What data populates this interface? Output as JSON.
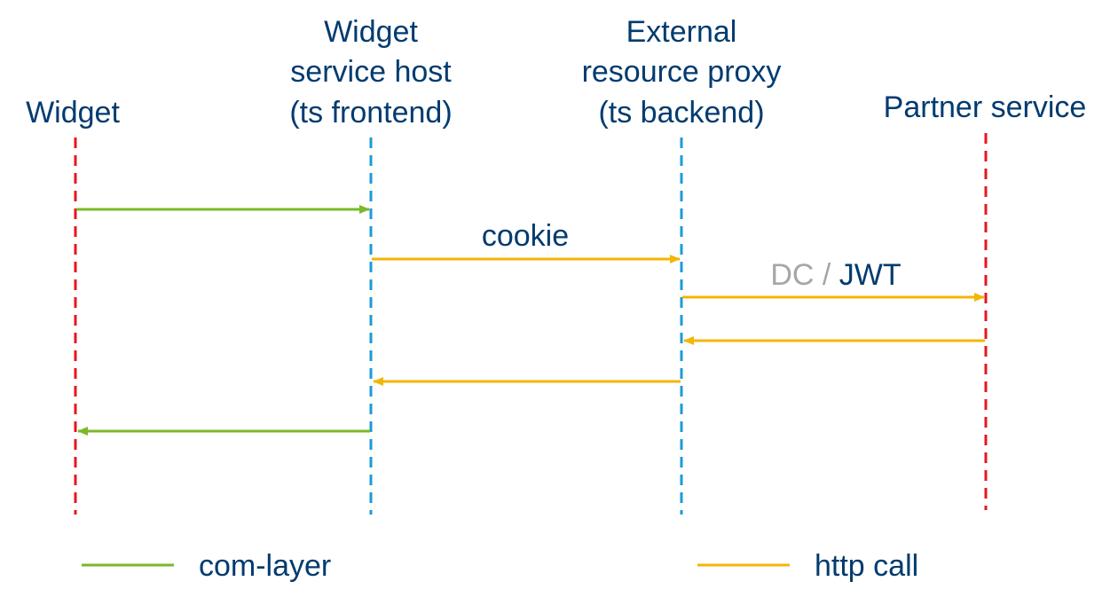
{
  "colors": {
    "text": "#003b6f",
    "text_muted": "#a6a6a6",
    "lifeline_red": "#e8161b",
    "lifeline_blue": "#1e9ad6",
    "com_layer": "#7ab929",
    "http_call": "#f2b705"
  },
  "participants": {
    "widget": {
      "lines": [
        "Widget"
      ],
      "lifeline": "red"
    },
    "widget_service_host": {
      "lines": [
        "Widget",
        "service host",
        "(ts frontend)"
      ],
      "lifeline": "blue"
    },
    "external_resource_proxy": {
      "lines": [
        "External",
        "resource proxy",
        "(ts backend)"
      ],
      "lifeline": "blue"
    },
    "partner_service": {
      "lines": [
        "Partner service"
      ],
      "lifeline": "red"
    }
  },
  "messages": [
    {
      "from": "widget",
      "to": "widget_service_host",
      "kind": "com-layer"
    },
    {
      "from": "widget_service_host",
      "to": "external_resource_proxy",
      "kind": "http call",
      "label": "cookie"
    },
    {
      "from": "external_resource_proxy",
      "to": "partner_service",
      "kind": "http call",
      "label_parts": [
        "DC",
        " / ",
        "JWT"
      ]
    },
    {
      "from": "partner_service",
      "to": "external_resource_proxy",
      "kind": "http call"
    },
    {
      "from": "external_resource_proxy",
      "to": "widget_service_host",
      "kind": "http call"
    },
    {
      "from": "widget_service_host",
      "to": "widget",
      "kind": "com-layer"
    }
  ],
  "legend": {
    "com_layer": "com-layer",
    "http_call": "http call"
  }
}
